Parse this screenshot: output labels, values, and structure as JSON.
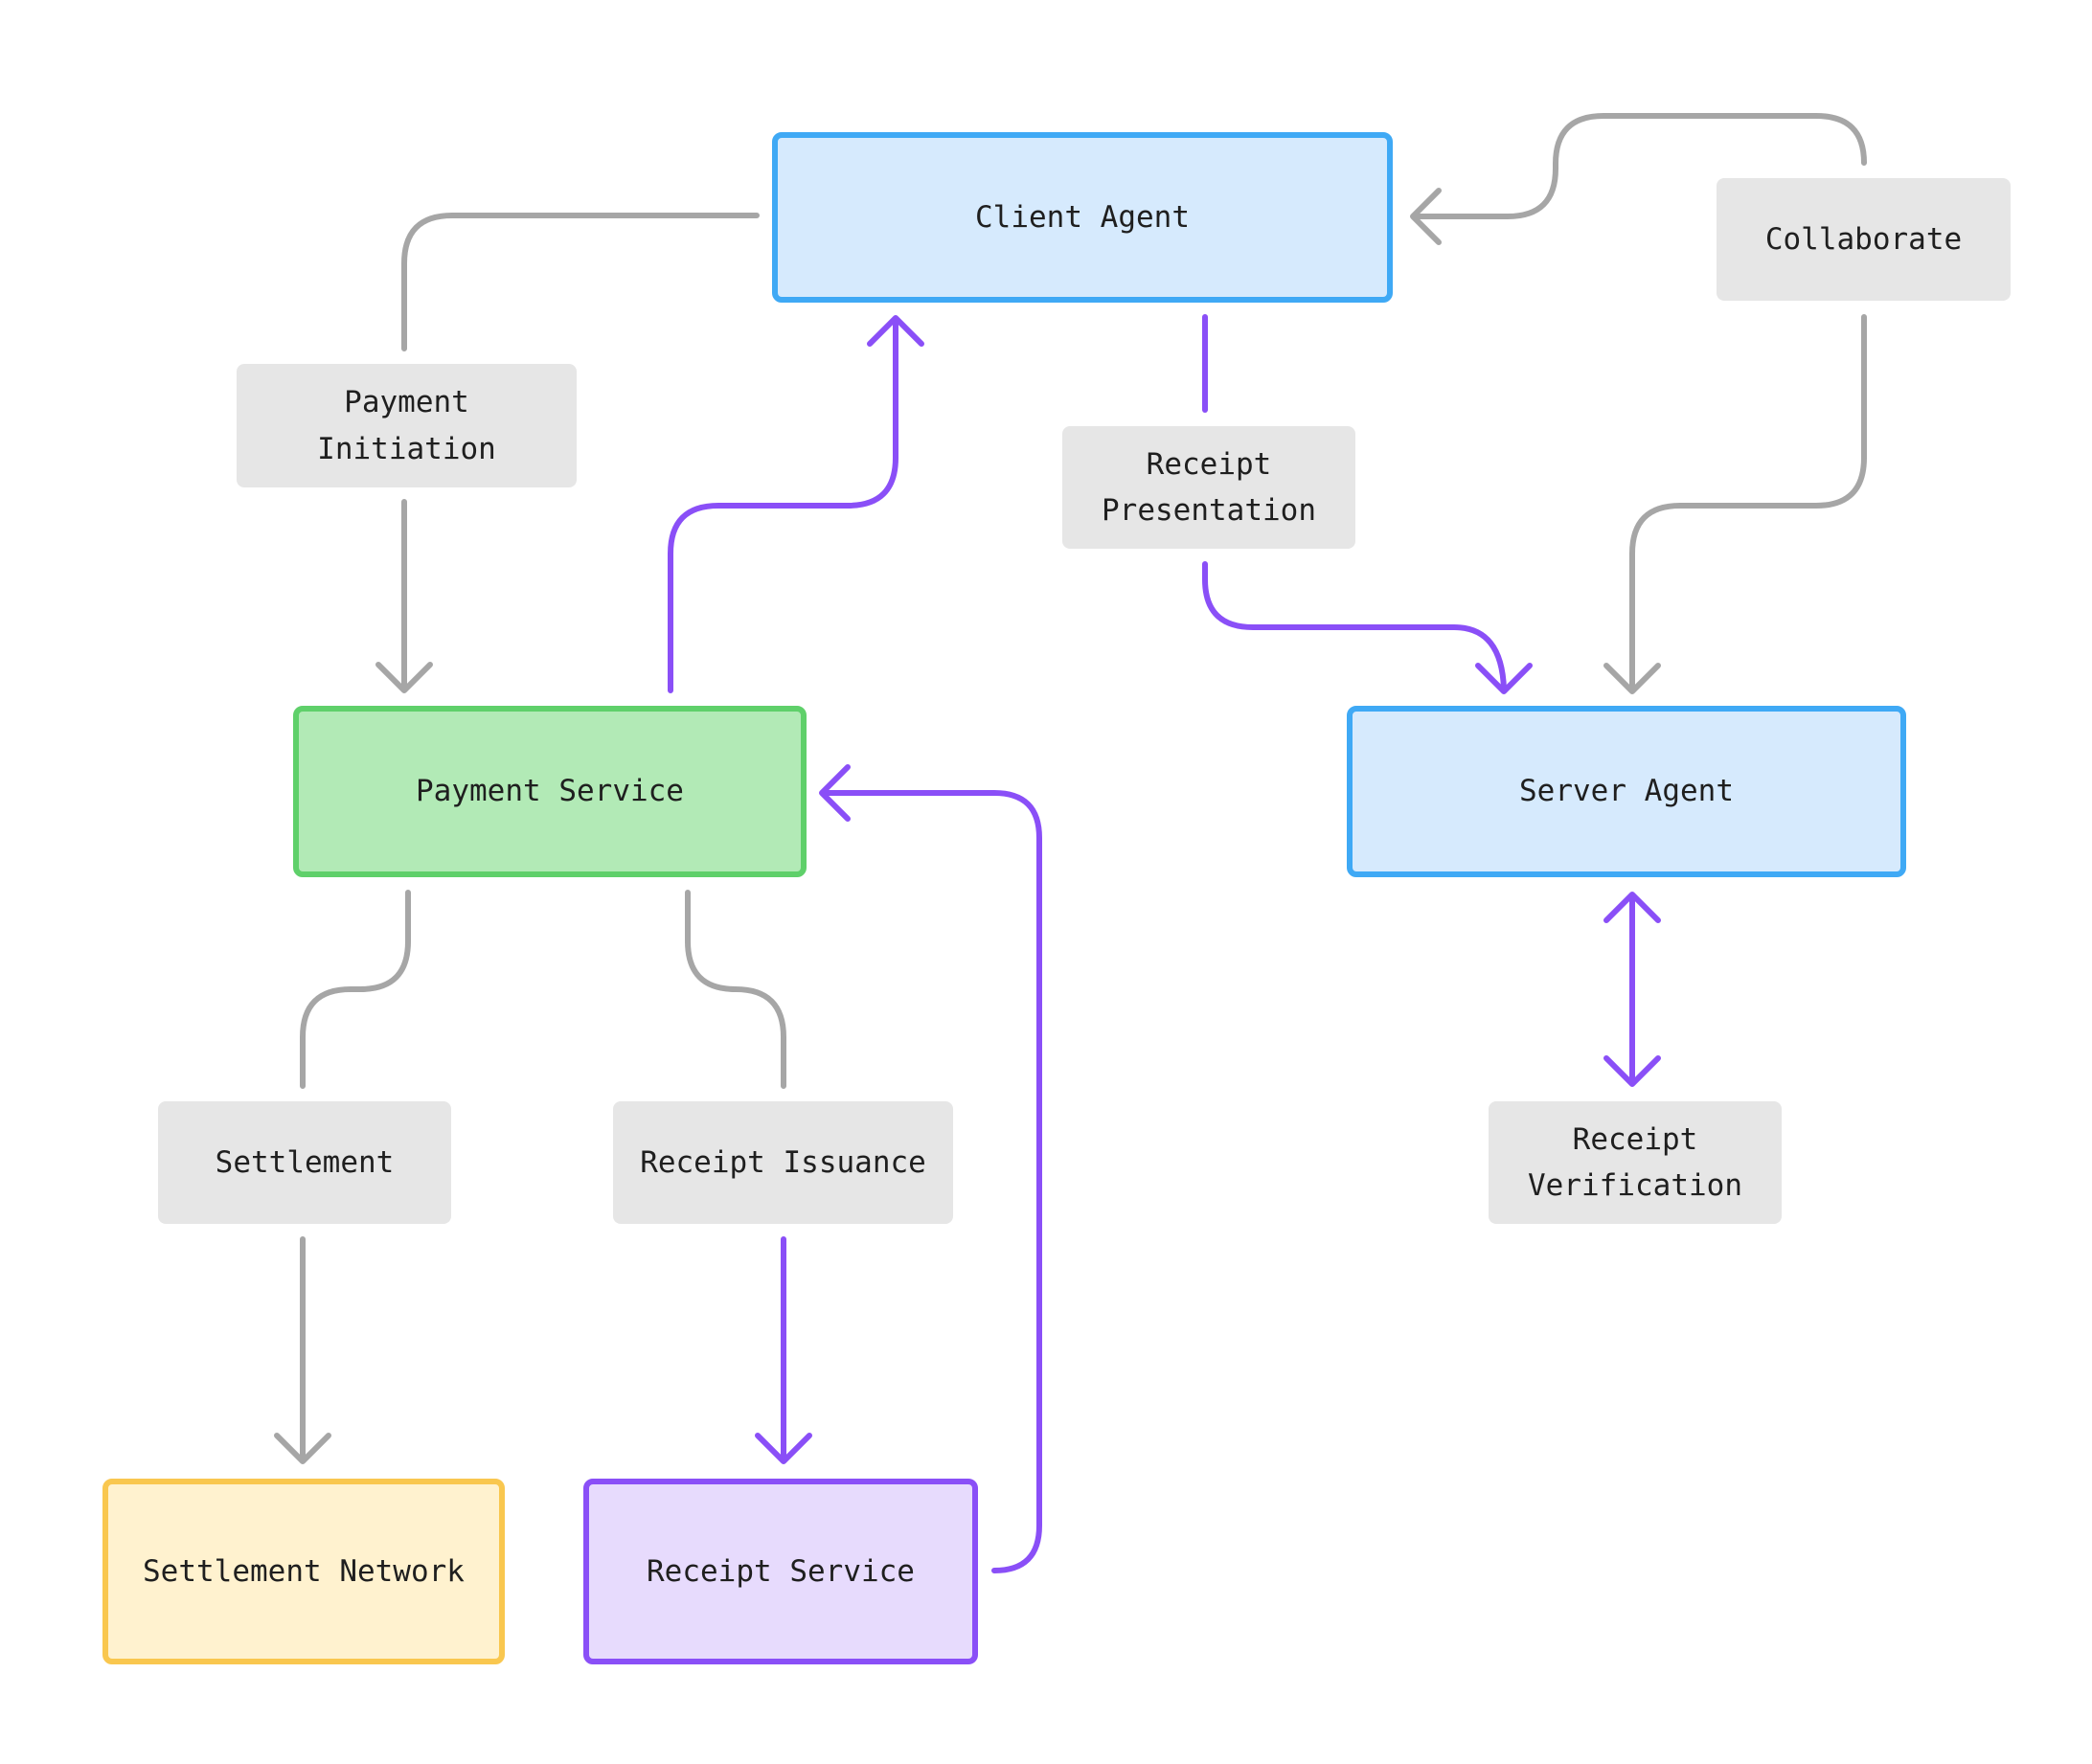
{
  "nodes": {
    "client_agent": "Client Agent",
    "server_agent": "Server Agent",
    "payment_service": "Payment Service",
    "settlement_network": "Settlement Network",
    "receipt_service": "Receipt Service"
  },
  "edge_labels": {
    "payment_initiation": "Payment Initiation",
    "receipt_presentation": "Receipt Presentation",
    "collaborate": "Collaborate",
    "settlement": "Settlement",
    "receipt_issuance": "Receipt Issuance",
    "receipt_verification": "Receipt Verification"
  },
  "colors": {
    "connector_gray": "#a6a6a6",
    "connector_purple": "#8a4ff7",
    "label_bg": "#e6e6e6"
  }
}
